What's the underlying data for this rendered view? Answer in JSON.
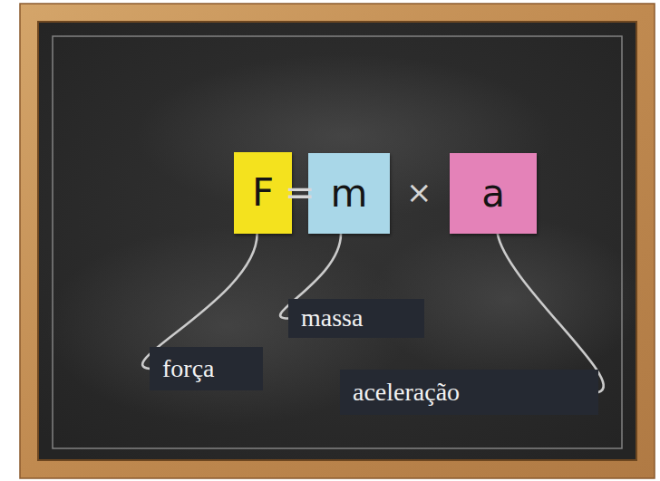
{
  "diagram": {
    "nodes": [
      {
        "text": [
          "F"
        ]
      },
      {
        "text": [
          "m"
        ]
      },
      {
        "text": [
          "a"
        ]
      },
      {
        "text": [
          "força"
        ]
      },
      {
        "text": [
          "massa"
        ]
      },
      {
        "text": [
          "aceleração"
        ]
      }
    ],
    "edges": [
      {
        "from": 0,
        "to": 3,
        "arrow": "none"
      },
      {
        "from": 1,
        "to": 4,
        "arrow": "none"
      },
      {
        "from": 2,
        "to": 5,
        "arrow": "none"
      }
    ],
    "labels": [
      "=",
      "×"
    ]
  }
}
